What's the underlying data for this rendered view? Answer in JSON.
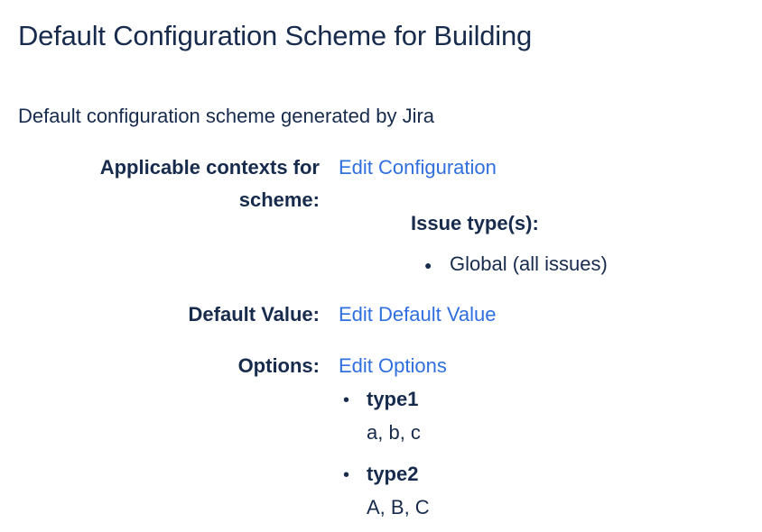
{
  "page": {
    "title": "Default Configuration Scheme for Building",
    "description": "Default configuration scheme generated by Jira"
  },
  "contexts": {
    "label_line1": "Applicable contexts for",
    "label_line2": "scheme:",
    "link": "Edit Configuration",
    "issue_types_label": "Issue type(s):",
    "issue_types": [
      "Global (all issues)"
    ]
  },
  "default_value": {
    "label": "Default Value:",
    "link": "Edit Default Value"
  },
  "options": {
    "label": "Options:",
    "link": "Edit Options",
    "items": [
      {
        "name": "type1",
        "values": "a, b, c"
      },
      {
        "name": "type2",
        "values": "A, B, C"
      }
    ]
  },
  "colors": {
    "text": "#172b4d",
    "link": "#2f6fde"
  }
}
